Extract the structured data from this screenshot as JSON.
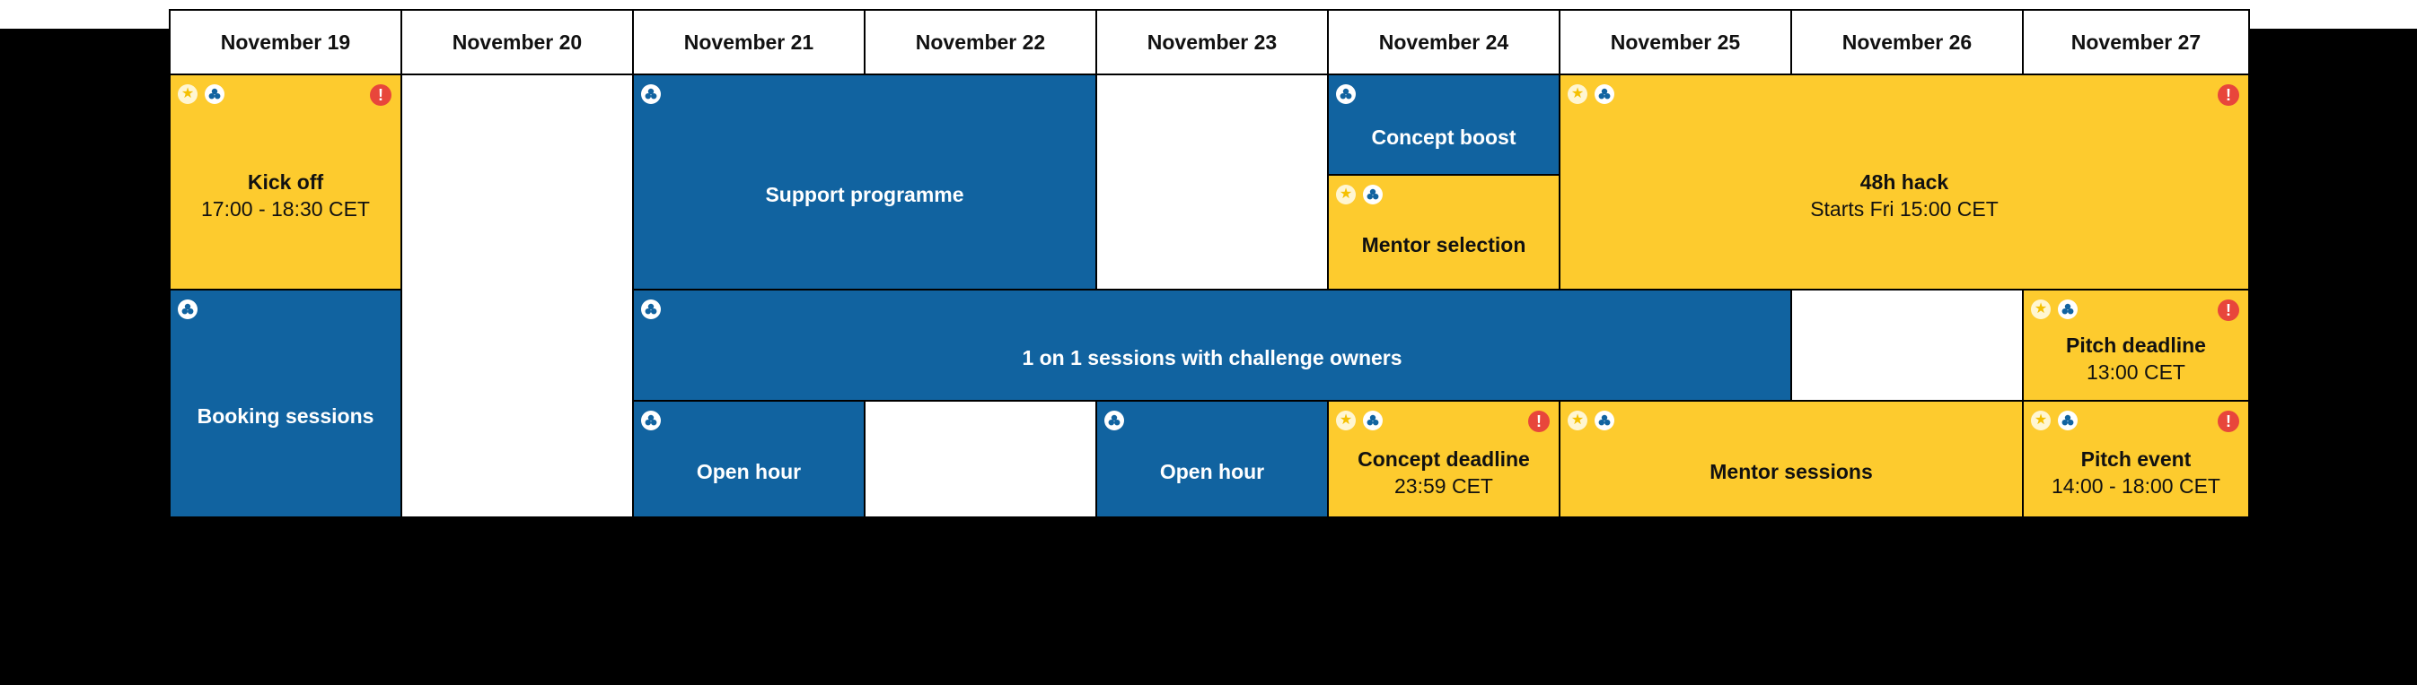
{
  "days": [
    "November 19",
    "November 20",
    "November 21",
    "November 22",
    "November 23",
    "November 24",
    "November 25",
    "November 26",
    "November 27"
  ],
  "events": {
    "kick_off": {
      "title": "Kick off",
      "sub": "17:00 - 18:30 CET"
    },
    "support_programme": {
      "title": "Support programme"
    },
    "concept_boost": {
      "title": "Concept boost"
    },
    "mentor_selection": {
      "title": "Mentor selection"
    },
    "hack_48h": {
      "title": "48h hack",
      "sub": "Starts Fri 15:00 CET"
    },
    "booking_sessions": {
      "title": "Booking sessions"
    },
    "one_on_one": {
      "title": "1 on 1 sessions with challenge owners"
    },
    "pitch_deadline": {
      "title": "Pitch deadline",
      "sub": "13:00 CET"
    },
    "open_hour_1": {
      "title": "Open hour"
    },
    "open_hour_2": {
      "title": "Open hour"
    },
    "concept_deadline": {
      "title": "Concept deadline",
      "sub": "23:59 CET"
    },
    "mentor_sessions": {
      "title": "Mentor sessions"
    },
    "pitch_event": {
      "title": "Pitch event",
      "sub": "14:00 - 18:00 CET"
    }
  },
  "alert_symbol": "!",
  "star_symbol": "★",
  "colors": {
    "yellow": "#fdcb2e",
    "blue": "#1163a0",
    "alert": "#e8463b"
  },
  "icon_legend": [
    "star-icon",
    "clover-icon",
    "alert-icon"
  ]
}
